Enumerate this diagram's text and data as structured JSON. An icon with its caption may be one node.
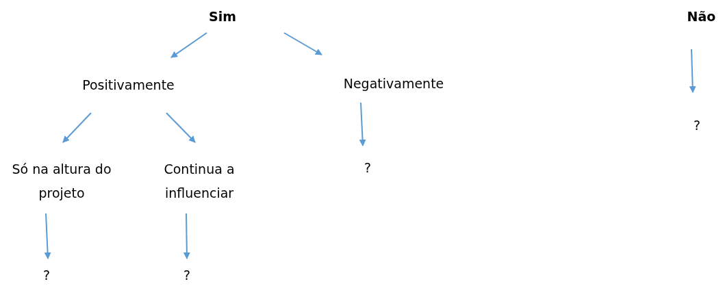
{
  "diagram": {
    "nodes": [
      {
        "text": [
          "Sim"
        ]
      },
      {
        "text": [
          "Não"
        ]
      },
      {
        "text": [
          "Positivamente"
        ]
      },
      {
        "text": [
          "Negativamente"
        ]
      },
      {
        "text": [
          "Só na altura do projeto"
        ]
      },
      {
        "text": [
          "Continua a influenciar"
        ]
      },
      {
        "text": [
          "?"
        ]
      },
      {
        "text": [
          "?"
        ]
      },
      {
        "text": [
          "?"
        ]
      },
      {
        "text": [
          "?"
        ]
      }
    ],
    "edges": [
      {
        "from": 0,
        "to": 2,
        "arrow": "to"
      },
      {
        "from": 0,
        "to": 3,
        "arrow": "to"
      },
      {
        "from": 2,
        "to": 4,
        "arrow": "to"
      },
      {
        "from": 2,
        "to": 5,
        "arrow": "to"
      },
      {
        "from": 3,
        "to": 6,
        "arrow": "to"
      },
      {
        "from": 1,
        "to": 7,
        "arrow": "to"
      },
      {
        "from": 4,
        "to": 8,
        "arrow": "to"
      },
      {
        "from": 5,
        "to": 9,
        "arrow": "to"
      }
    ]
  }
}
